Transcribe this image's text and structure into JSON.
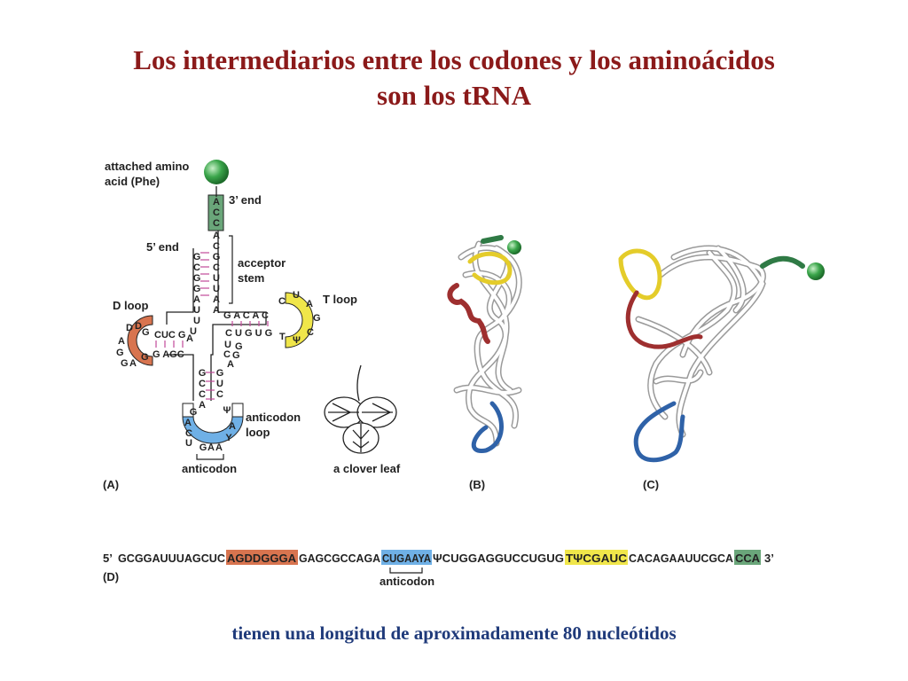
{
  "title": {
    "line1": "Los intermediarios entre los codones y los aminoácidos",
    "line2": "son los tRNA"
  },
  "caption": "tienen una longitud de aproximadamente 80 nucleótidos",
  "panel_a": {
    "labels": {
      "amino_acid_1": "attached amino",
      "amino_acid_2": "acid (Phe)",
      "end3": "3’ end",
      "end5": "5’ end",
      "acceptor_1": "acceptor",
      "acceptor_2": "stem",
      "d_loop": "D loop",
      "t_loop": "T loop",
      "anticodon_loop_1": "anticodon",
      "anticodon_loop_2": "loop",
      "anticodon": "anticodon",
      "clover_leaf": "a clover leaf",
      "panel": "(A)"
    },
    "acceptor_3_strand": [
      "A",
      "C",
      "C",
      "A",
      "C",
      "G",
      "C",
      "U",
      "U",
      "A",
      "A"
    ],
    "acceptor_5_strand": [
      "G",
      "C",
      "G",
      "G",
      "A",
      "U",
      "U",
      "U",
      "A"
    ],
    "d_arm_top": "CUC G",
    "d_arm_bottom": "G AGC",
    "d_loop_bases": [
      "D",
      "D",
      "G",
      "A",
      "G",
      "G",
      "A",
      "G"
    ],
    "t_arm_top": "G A C A C",
    "t_arm_bottom": "C U G U G",
    "t_loop_bases": [
      "C",
      "U",
      "A",
      "G",
      "C",
      "Ψ",
      "T"
    ],
    "anticodon_left": [
      "G",
      "C",
      "C",
      "A",
      "G",
      "A"
    ],
    "anticodon_right": [
      "G",
      "U",
      "C",
      "Ψ"
    ],
    "variable_bases": [
      "U",
      "C",
      "A",
      "G",
      "G"
    ],
    "anticodon_loop_bases": [
      "C",
      "U",
      "G",
      "A",
      "A",
      "Y",
      "A"
    ]
  },
  "panel_b": {
    "label": "(B)"
  },
  "panel_c": {
    "label": "(C)"
  },
  "panel_d": {
    "label": "(D)",
    "prime5": "5’",
    "prime3": "3’",
    "seg1": "GCGGAUUUAGCUC",
    "seg2_d": "AGDDGGGA",
    "seg3": "GAGCGCCAGA",
    "seg4_anticodon": "CUGAAYA",
    "seg5": "ΨCUGGAGGUCCUGUG",
    "seg6_t": "TΨCGAUC",
    "seg7": "CACAGAAUUCGCA",
    "seg8_cca": "CCA",
    "anticodon_label": "anticodon"
  },
  "colors": {
    "title": "#8b1a1a",
    "caption": "#1f3a7a",
    "d_region": "#d8744f",
    "t_region": "#f0e64a",
    "anticodon_region": "#6fb0e6",
    "acceptor_end": "#6aa67a",
    "amino_ball": "#3aa54a",
    "pairing": "#c04a9a"
  }
}
